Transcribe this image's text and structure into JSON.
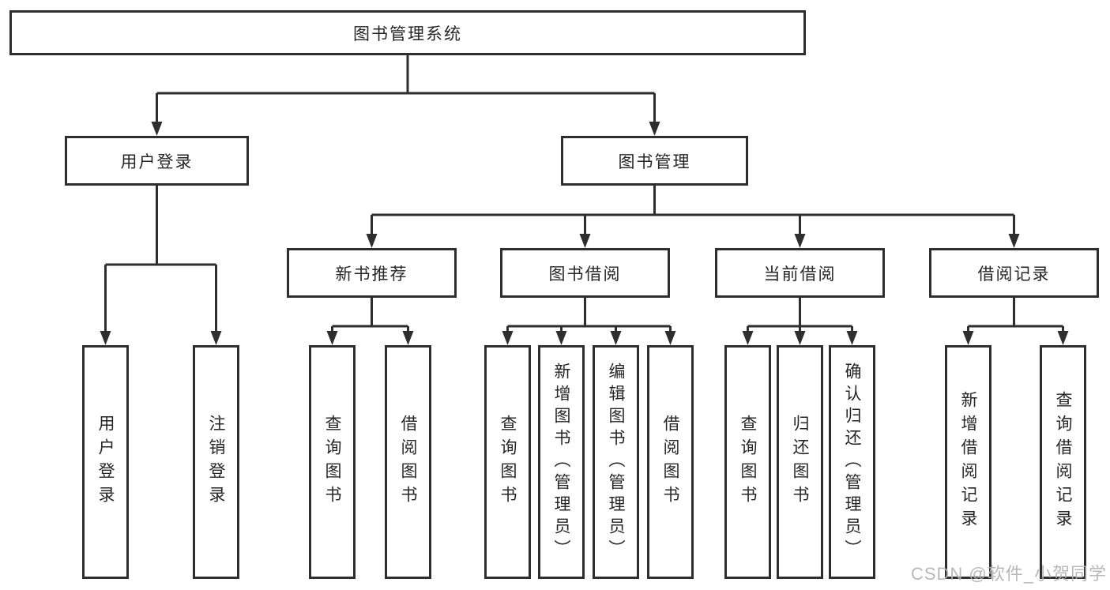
{
  "diagram": {
    "root": "图书管理系统",
    "level2": [
      "用户登录",
      "图书管理"
    ],
    "level3": [
      "新书推荐",
      "图书借阅",
      "当前借阅",
      "借阅记录"
    ],
    "leaves": [
      "用户登录",
      "注销登录",
      "查询图书",
      "借阅图书",
      "查询图书",
      "新增图书（管理员）",
      "编辑图书（管理员）",
      "借阅图书",
      "查询图书",
      "归还图书",
      "确认归还（管理员）",
      "新增借阅记录",
      "查询借阅记录"
    ],
    "colors": {
      "line": "#2e2e2e",
      "box_border": "#2e2e2e",
      "box_fill": "#ffffff",
      "text": "#262626",
      "watermark": "#b2b2b2"
    }
  },
  "watermark": "CSDN @软件_小贺同学"
}
